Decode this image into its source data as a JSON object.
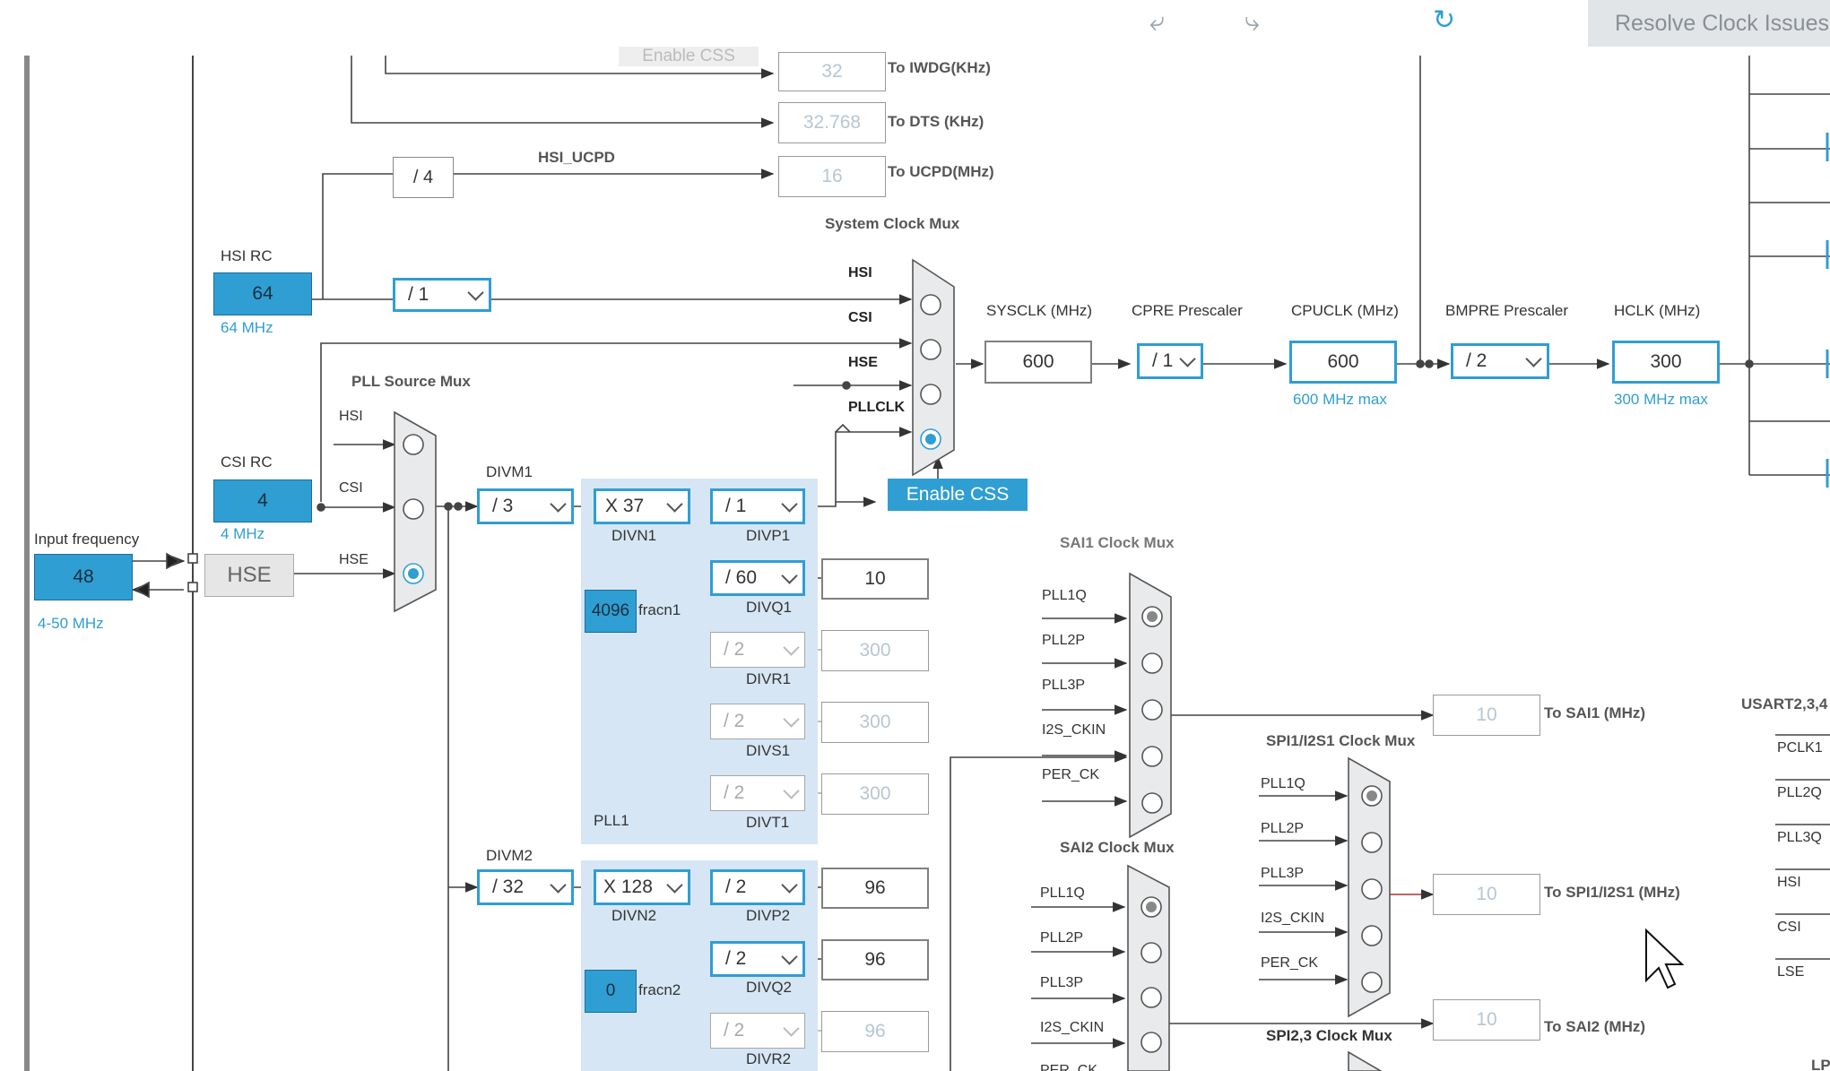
{
  "toolbar": {
    "undo_icon": "undo-arrow-icon",
    "redo_icon": "redo-arrow-icon",
    "refresh_icon": "refresh-icon",
    "resolve_label": "Resolve Clock Issues"
  },
  "colors": {
    "accent": "#2f9ed3",
    "pll_panel": "#d6e6f4"
  },
  "sources": {
    "hsi_rc": {
      "title": "HSI RC",
      "value": "64",
      "unit": "64 MHz"
    },
    "csi_rc": {
      "title": "CSI RC",
      "value": "4",
      "unit": "4 MHz"
    },
    "input": {
      "title": "Input frequency",
      "value": "48",
      "range": "4-50 MHz"
    },
    "hse_label": "HSE"
  },
  "top_outputs": {
    "iwdg": {
      "value": "32",
      "label": "To IWDG(KHz)"
    },
    "dts": {
      "value": "32.768",
      "label": "To DTS (KHz)"
    },
    "ucpd": {
      "value": "16",
      "label": "To UCPD(MHz)"
    },
    "ucpd_div": "/ 4",
    "hsi_ucpd": "HSI_UCPD",
    "enable_css_partial": "Enable CSS"
  },
  "hsi_div": "/ 1",
  "system_mux": {
    "title": "System Clock Mux",
    "inputs": [
      "HSI",
      "CSI",
      "HSE",
      "PLLCLK"
    ],
    "selected": 3
  },
  "sysclk": {
    "title": "SYSCLK (MHz)",
    "value": "600"
  },
  "cpre": {
    "title": "CPRE Prescaler",
    "value": "/ 1"
  },
  "cpuclk": {
    "title": "CPUCLK (MHz)",
    "value": "600",
    "max": "600 MHz max"
  },
  "bmpre": {
    "title": "BMPRE Prescaler",
    "value": "/ 2"
  },
  "hclk": {
    "title": "HCLK (MHz)",
    "value": "300",
    "max": "300 MHz max"
  },
  "enable_css": "Enable CSS",
  "pll_source_mux": {
    "title": "PLL Source Mux",
    "inputs": [
      "HSI",
      "CSI",
      "HSE"
    ],
    "selected": 2
  },
  "pll1": {
    "label": "PLL1",
    "divm_label": "DIVM1",
    "divm": "/ 3",
    "divn_label": "DIVN1",
    "divn": "X 37",
    "frac_value": "4096",
    "frac_label": "fracn1",
    "divp_label": "DIVP1",
    "divp": "/ 1",
    "divq_label": "DIVQ1",
    "divq": "/ 60",
    "divq_out": "10",
    "divr_label": "DIVR1",
    "divr": "/ 2",
    "divr_out": "300",
    "divs_label": "DIVS1",
    "divs": "/ 2",
    "divs_out": "300",
    "divt_label": "DIVT1",
    "divt": "/ 2",
    "divt_out": "300"
  },
  "pll2": {
    "divm_label": "DIVM2",
    "divm": "/ 32",
    "divn_label": "DIVN2",
    "divn": "X 128",
    "frac_value": "0",
    "frac_label": "fracn2",
    "divp_label": "DIVP2",
    "divp": "/ 2",
    "divp_out": "96",
    "divq_label": "DIVQ2",
    "divq": "/ 2",
    "divq_out": "96",
    "divr_label": "DIVR2",
    "divr": "/ 2",
    "divr_out": "96"
  },
  "sai1_mux": {
    "title": "SAI1 Clock Mux",
    "inputs": [
      "PLL1Q",
      "PLL2P",
      "PLL3P",
      "I2S_CKIN",
      "PER_CK"
    ],
    "out_value": "10",
    "out_label": "To SAI1 (MHz)"
  },
  "spi1_mux": {
    "title": "SPI1/I2S1 Clock Mux",
    "inputs": [
      "PLL1Q",
      "PLL2P",
      "PLL3P",
      "I2S_CKIN",
      "PER_CK"
    ],
    "out_value": "10",
    "out_label": "To SPI1/I2S1 (MHz)"
  },
  "sai2_mux": {
    "title": "SAI2 Clock Mux",
    "inputs": [
      "PLL1Q",
      "PLL2P",
      "PLL3P",
      "I2S_CKIN",
      "PER_CK"
    ],
    "out_value": "10",
    "out_label": "To SAI2 (MHz)"
  },
  "spi23_mux_title": "SPI2,3 Clock Mux",
  "usart": {
    "title": "USART2,3,4",
    "inputs": [
      "PCLK1",
      "PLL2Q",
      "PLL3Q",
      "HSI",
      "CSI",
      "LSE"
    ],
    "lp_partial": "LP"
  }
}
